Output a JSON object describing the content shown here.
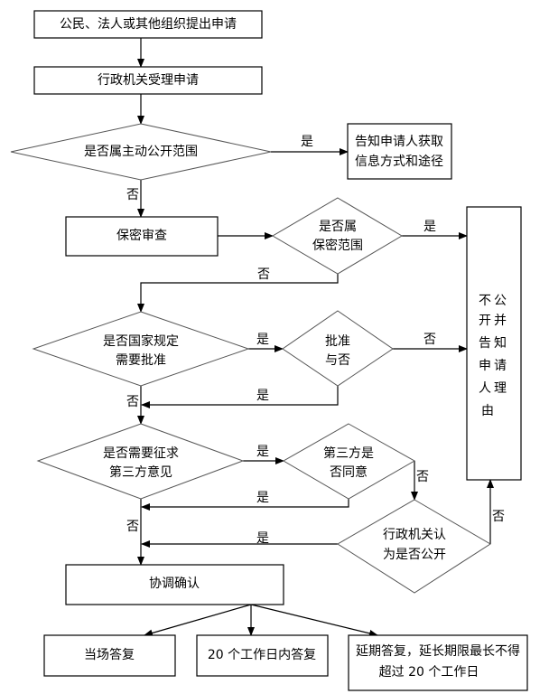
{
  "nodes": {
    "apply": "公民、法人或其他组织提出申请",
    "accept": "行政机关受理申请",
    "d_public": "是否属主动公开范围",
    "inform": [
      "告知申请人获取",
      "信息方式和途径"
    ],
    "secrecy_review": "保密审查",
    "d_secret": [
      "是否属",
      "保密范围"
    ],
    "refuse": [
      "不公",
      "开并",
      "告知",
      "申请",
      "人理",
      "由"
    ],
    "d_state": [
      "是否国家规定",
      "需要批准"
    ],
    "d_approve": [
      "批准",
      "与否"
    ],
    "d_third": [
      "是否需要征求",
      "第三方意见"
    ],
    "d_third_agree": [
      "第三方是",
      "否同意"
    ],
    "d_agency": [
      "行政机关认",
      "为是否公开"
    ],
    "coordinate": "协调确认",
    "reply_now": "当场答复",
    "reply_20": "20 个工作日内答复",
    "reply_ext": [
      "延期答复，延长期限最长不得",
      "超过 20 个工作日"
    ]
  },
  "labels": {
    "yes": "是",
    "no": "否"
  }
}
